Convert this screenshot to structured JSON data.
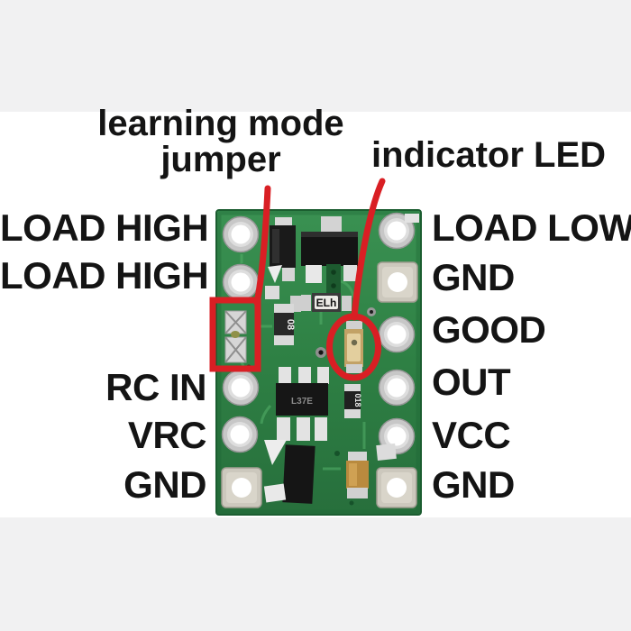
{
  "colors": {
    "annotation_red": "#d91f24",
    "board_green": "#2e8044",
    "board_green_light": "#3a9152",
    "board_green_dark": "#276f3c",
    "background_band": "#f1f1f2",
    "label_text": "#141414"
  },
  "annotations": {
    "learning_mode_line1": "learning mode",
    "learning_mode_line2": "jumper",
    "indicator_led": "indicator LED"
  },
  "pins": {
    "left": [
      {
        "label": "LOAD HIGH"
      },
      {
        "label": "LOAD HIGH"
      },
      {
        "label": "RC IN"
      },
      {
        "label": "VRC"
      },
      {
        "label": "GND"
      }
    ],
    "right": [
      {
        "label": "LOAD LOW"
      },
      {
        "label": "GND"
      },
      {
        "label": "GOOD"
      },
      {
        "label": "OUT"
      },
      {
        "label": "VCC"
      },
      {
        "label": "GND"
      }
    ]
  },
  "board": {
    "markings": {
      "resistor_top": "08",
      "inductor": "ELh",
      "transistor_bottom": "L37E",
      "resistor_right": "018"
    }
  }
}
